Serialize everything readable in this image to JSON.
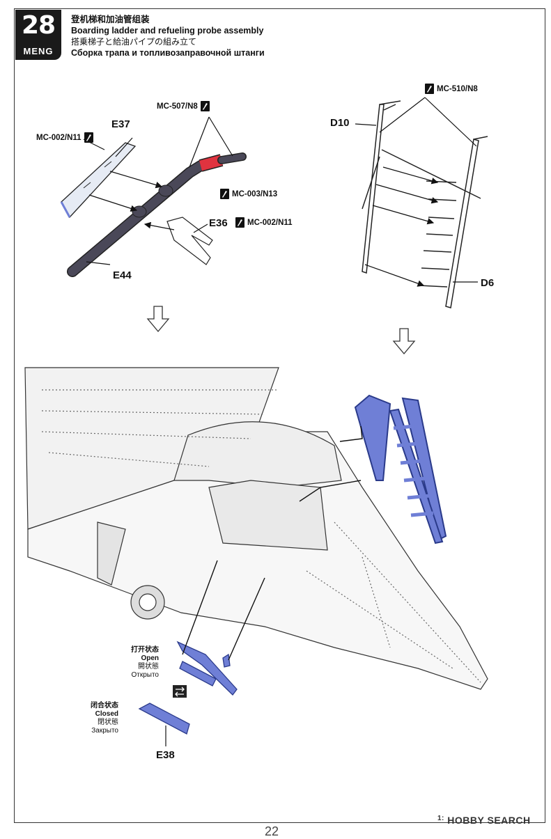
{
  "step": {
    "number": "28",
    "brand": "MENG"
  },
  "title": {
    "zh": "登机梯和加油管组装",
    "en": "Boarding ladder and refueling probe assembly",
    "ja": "搭乗梯子と給油パイプの組み立て",
    "ru": "Сборка трапа и топливозаправочной штанги"
  },
  "parts": {
    "e37": "E37",
    "e36": "E36",
    "e44": "E44",
    "d10": "D10",
    "d6": "D6",
    "e38": "E38"
  },
  "paints": {
    "mc507": "MC-507/N8",
    "mc002_a": "MC-002/N11",
    "mc003": "MC-003/N13",
    "mc002_b": "MC-002/N11",
    "mc510": "MC-510/N8"
  },
  "states": {
    "open": {
      "zh": "打开状态",
      "en": "Open",
      "ja": "開状態",
      "ru": "Открыто"
    },
    "closed": {
      "zh": "闭合状态",
      "en": "Closed",
      "ja": "閉状態",
      "ru": "Закрыто"
    }
  },
  "page_number": "22",
  "watermark": {
    "prefix": "1:",
    "name": "HOBBY SEARCH"
  },
  "colors": {
    "part_highlight": "#6f7fd6",
    "probe_red": "#e0333f",
    "probe_dark": "#4a4858",
    "frame": "#333333"
  }
}
